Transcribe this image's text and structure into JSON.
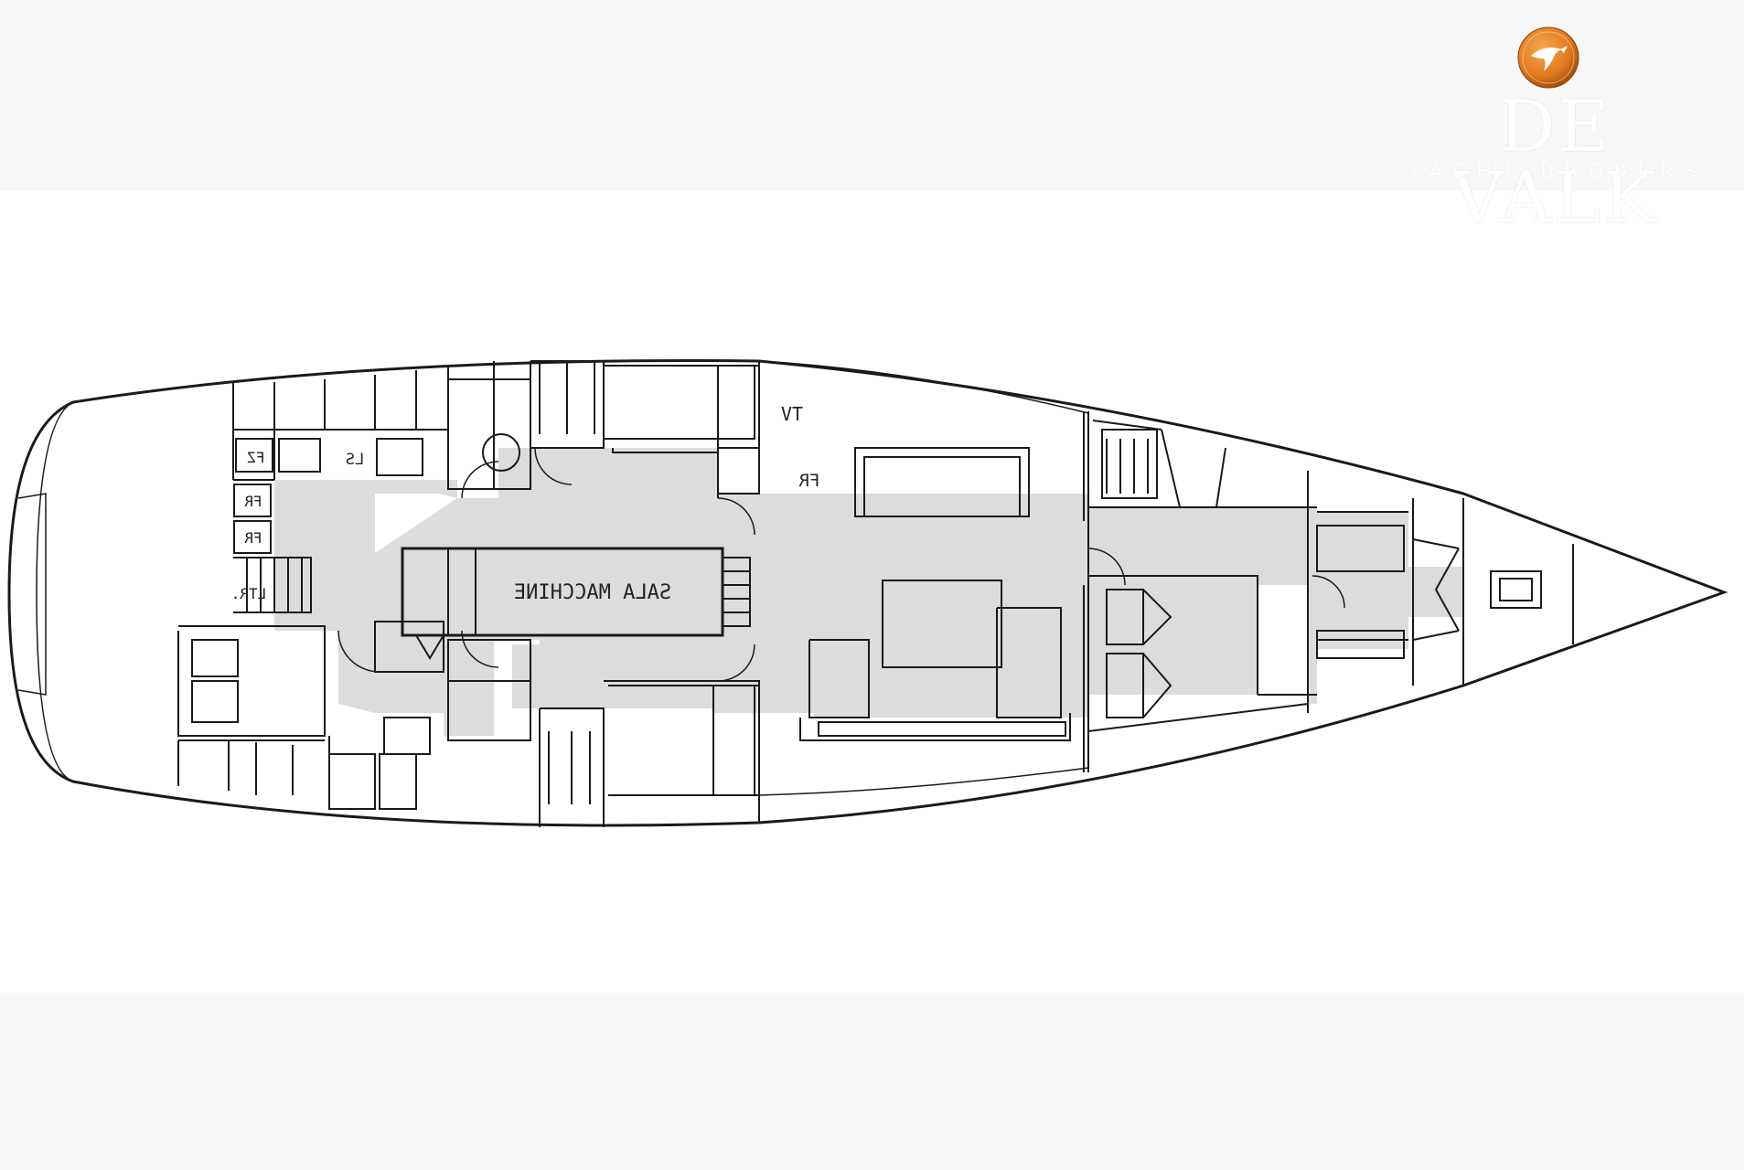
{
  "brand": {
    "name": "DE VALK",
    "tagline": "YACHT BROKERS",
    "badge_icon": "dolphin-icon",
    "badge_color": "#e07a1f"
  },
  "plan": {
    "labels": {
      "engine_room": "SALA MACCHINE",
      "tv": "TV",
      "fr_saloon": "FR",
      "fr_galley_1": "FR",
      "fr_galley_2": "FR",
      "ls": "LS",
      "fz": "FZ",
      "ltr": "LTR."
    },
    "colors": {
      "line": "#1a1a1a",
      "walkway": "#dcdcdc",
      "background": "#ffffff"
    }
  }
}
